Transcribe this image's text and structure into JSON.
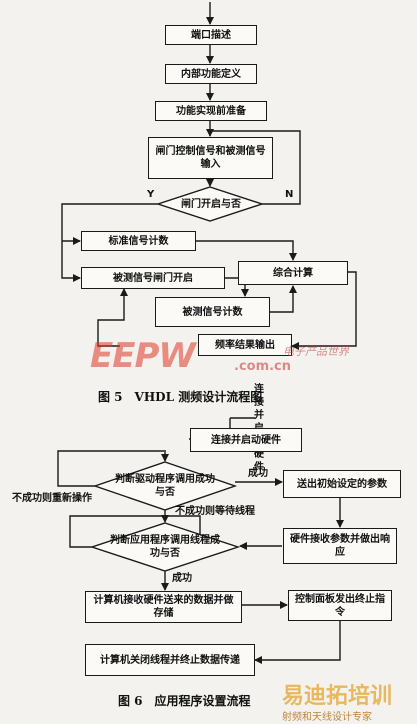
{
  "fig5": {
    "start": "端口描述",
    "step_internal": "内部功能定义",
    "step_prepare": "功能实现前准备",
    "step_input": "闸门控制信号和被测信号输入",
    "decision": "闸门开启与否",
    "label_yes": "Y",
    "label_no": "N",
    "std_count": "标准信号计数",
    "gate_open": "被测信号闸门开启",
    "combined": "综合计算",
    "measured_count": "被测信号计数",
    "output": "频率结果输出",
    "caption": "图 5　VHDL 测频设计流程图"
  },
  "fig6": {
    "connect": "连接并启动硬件",
    "judge_driver": "判断驱动程序调用成功与否",
    "label_success1": "成功",
    "send_params": "送出初始设定的参数",
    "label_fail_retry": "不成功则重新操作",
    "label_fail_wait": "不成功则等待线程",
    "judge_app": "判断应用程序调用线程成功与否",
    "hw_receive": "硬件接收参数并做出响应",
    "label_success2": "成功",
    "pc_receive": "计算机接收硬件送来的数据并做存储",
    "panel_stop": "控制面板发出终止指令",
    "pc_close": "计算机关闭线程并终止数据传递",
    "caption": "图 6　应用程序设置流程"
  },
  "watermarks": {
    "eepw": "EEPW",
    "eepw_cn": "电子产品世界",
    "eepw_com": ".com.cn",
    "yidi": "易迪拓培训",
    "yidi_sub": "射频和天线设计专家"
  }
}
